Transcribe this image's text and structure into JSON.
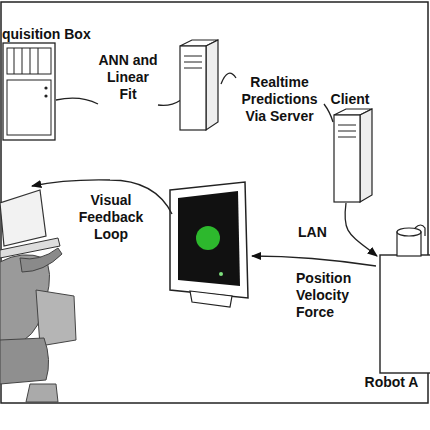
{
  "diagram": {
    "nodes": [
      {
        "text": [
          "quisition Box"
        ]
      },
      {
        "text": [
          "Client"
        ]
      },
      {
        "text": [
          "Robot A"
        ]
      }
    ],
    "edges": [
      {
        "from": 1,
        "to": 2,
        "arrow": "to",
        "label": "LAN"
      }
    ],
    "labels": [
      "ANN and Linear Fit",
      "Realtime Predictions Via Server",
      "Visual Feedback Loop",
      "Position Velocity Force"
    ]
  }
}
